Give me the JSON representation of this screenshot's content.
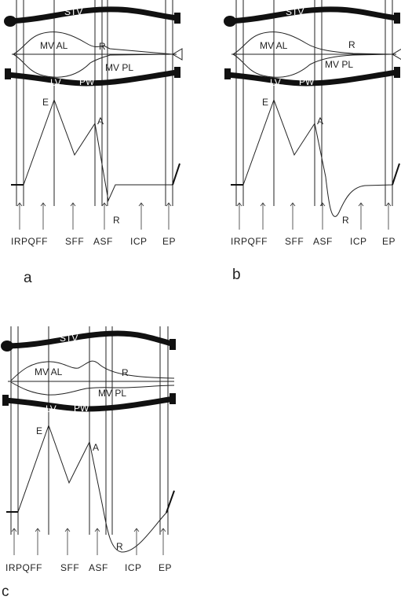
{
  "diagram": {
    "wall_labels": {
      "septum": "STV",
      "posterior_wall": "PW",
      "ventricle": "LV"
    },
    "valve_labels": {
      "anterior_leaflet": "MV AL",
      "posterior_leaflet": "MV PL",
      "r": "R"
    },
    "wave_labels": {
      "e": "E",
      "a": "A",
      "r": "R"
    },
    "phases": [
      "IRPQFF",
      "SFF",
      "ASF",
      "ICP",
      "EP"
    ],
    "panels": [
      {
        "id": "a",
        "label": "a"
      },
      {
        "id": "b",
        "label": "b"
      },
      {
        "id": "c",
        "label": "c"
      }
    ]
  }
}
